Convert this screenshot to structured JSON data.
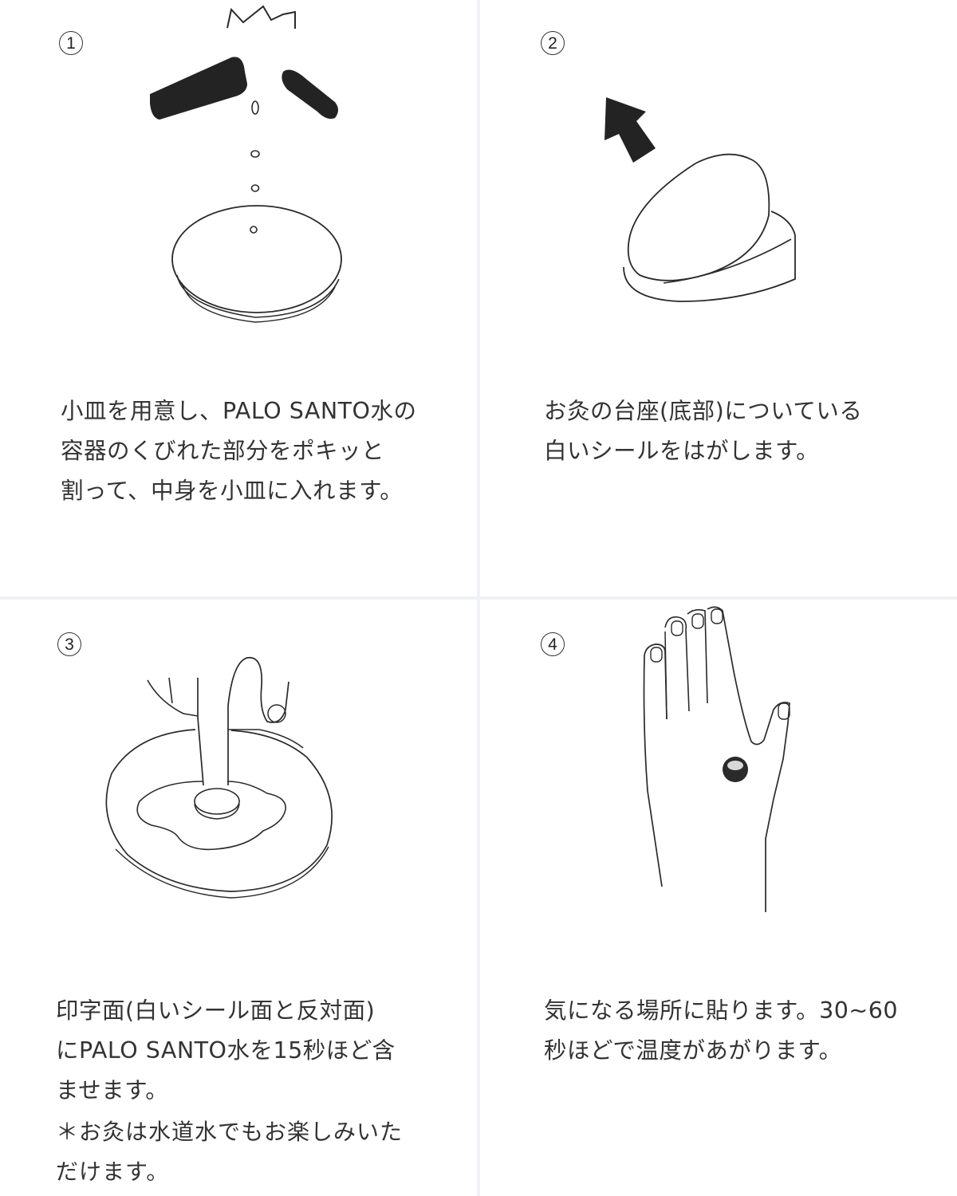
{
  "steps": [
    {
      "number": "1",
      "caption": "小皿を用意し、PALO SANTO水の\n容器のくびれた部分をポキッと\n割って、中身を小皿に入れます。",
      "illustration": "palo-santo-container-breaking-over-dish"
    },
    {
      "number": "2",
      "caption": "お灸の台座(底部)についている\n白いシールをはがします。",
      "illustration": "peeling-seal-from-moxa-base"
    },
    {
      "number": "3",
      "caption": "印字面(白いシール面と反対面)\nにPALO SANTO水を15秒ほど含\nませます。",
      "note": "＊お灸は水道水でもお楽しみいた\nだけます。",
      "illustration": "finger-pressing-moxa-into-liquid-dish"
    },
    {
      "number": "4",
      "caption": "気になる場所に貼ります。30~60\n秒ほどで温度があがります。",
      "illustration": "moxa-on-back-of-hand"
    }
  ],
  "colors": {
    "divider": "#f0f1f4",
    "text": "#333333",
    "ink": "#2a2a2a"
  }
}
